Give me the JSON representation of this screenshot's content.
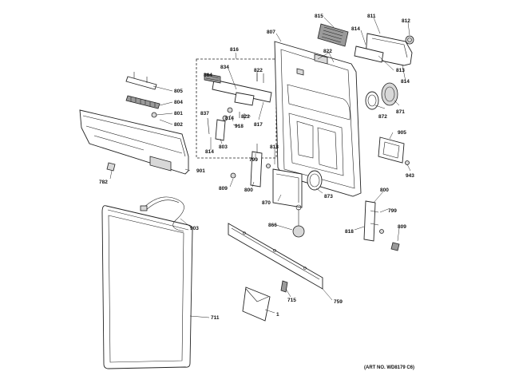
{
  "art_number": "(ART NO. WD8179 C6)",
  "callouts": [
    {
      "id": "815",
      "label": "815"
    },
    {
      "id": "811",
      "label": "811"
    },
    {
      "id": "812",
      "label": "812"
    },
    {
      "id": "807",
      "label": "807"
    },
    {
      "id": "814a",
      "label": "814"
    },
    {
      "id": "816",
      "label": "816"
    },
    {
      "id": "822a",
      "label": "822"
    },
    {
      "id": "813",
      "label": "813"
    },
    {
      "id": "834",
      "label": "834"
    },
    {
      "id": "814b",
      "label": "814"
    },
    {
      "id": "822b",
      "label": "822"
    },
    {
      "id": "864",
      "label": "864"
    },
    {
      "id": "805",
      "label": "805"
    },
    {
      "id": "804",
      "label": "804"
    },
    {
      "id": "801",
      "label": "801"
    },
    {
      "id": "802",
      "label": "802"
    },
    {
      "id": "871",
      "label": "871"
    },
    {
      "id": "872",
      "label": "872"
    },
    {
      "id": "837",
      "label": "837"
    },
    {
      "id": "814c",
      "label": "814"
    },
    {
      "id": "918",
      "label": "918"
    },
    {
      "id": "822c",
      "label": "822"
    },
    {
      "id": "817",
      "label": "817"
    },
    {
      "id": "905",
      "label": "905"
    },
    {
      "id": "803",
      "label": "803"
    },
    {
      "id": "814d",
      "label": "814"
    },
    {
      "id": "818a",
      "label": "818"
    },
    {
      "id": "799a",
      "label": "799"
    },
    {
      "id": "901",
      "label": "901"
    },
    {
      "id": "943",
      "label": "943"
    },
    {
      "id": "782",
      "label": "782"
    },
    {
      "id": "809a",
      "label": "809"
    },
    {
      "id": "800a",
      "label": "800"
    },
    {
      "id": "873",
      "label": "873"
    },
    {
      "id": "870",
      "label": "870"
    },
    {
      "id": "800b",
      "label": "800"
    },
    {
      "id": "903",
      "label": "903"
    },
    {
      "id": "799b",
      "label": "799"
    },
    {
      "id": "866",
      "label": "866"
    },
    {
      "id": "818b",
      "label": "818"
    },
    {
      "id": "809b",
      "label": "809"
    },
    {
      "id": "715",
      "label": "715"
    },
    {
      "id": "759",
      "label": "759"
    },
    {
      "id": "1",
      "label": "1"
    },
    {
      "id": "711",
      "label": "711"
    }
  ]
}
